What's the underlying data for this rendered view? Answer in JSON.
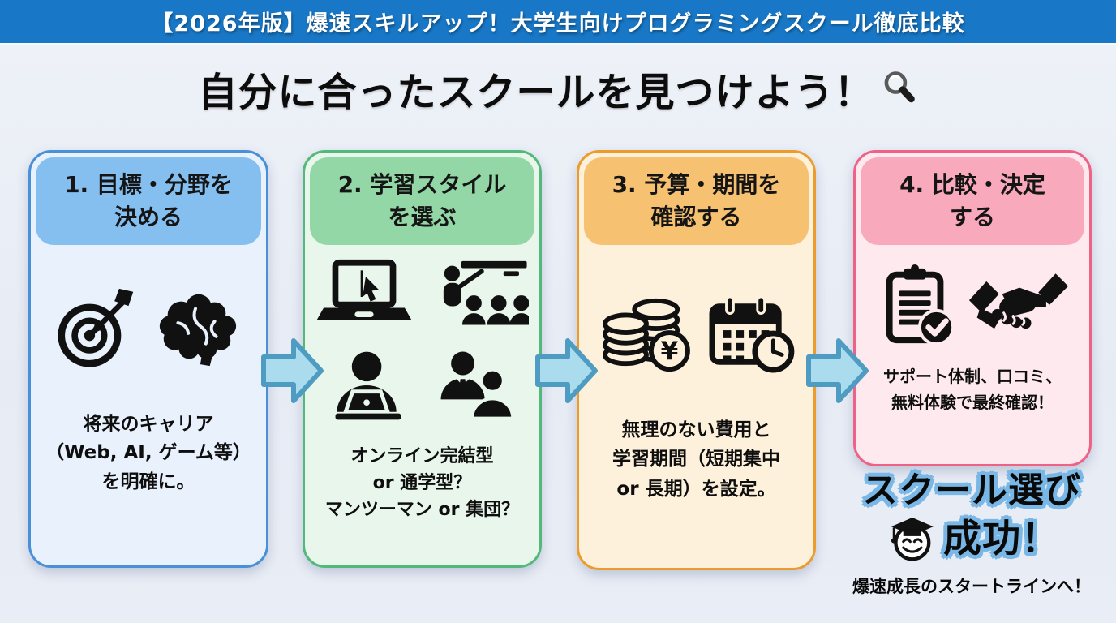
{
  "header": {
    "title": "【2026年版】爆速スキルアップ！大学生向けプログラミングスクール徹底比較",
    "bg": "#1878c7"
  },
  "main_title": {
    "text": "自分に合ったスクールを見つけよう！",
    "icon": "magnifier-icon"
  },
  "steps": [
    {
      "title_lines": [
        "1. 目標・分野を",
        "決める"
      ],
      "icons": [
        "target-icon",
        "brain-icon"
      ],
      "desc_lines": [
        "将来のキャリア",
        "（Web, AI, ゲーム等）",
        "を明確に。"
      ],
      "colors": {
        "border": "#4a90d9",
        "header_bg": "#85bff0",
        "body_bg": "#e9f2fc"
      }
    },
    {
      "title_lines": [
        "2. 学習スタイル",
        "を選ぶ"
      ],
      "icons": [
        "laptop-cursor-icon",
        "classroom-icon",
        "person-laptop-icon",
        "mentoring-icon"
      ],
      "desc_lines": [
        "オンライン完結型",
        "or 通学型？",
        "マンツーマン or 集団？"
      ],
      "colors": {
        "border": "#53b97a",
        "header_bg": "#93d7a7",
        "body_bg": "#e9f6ec"
      }
    },
    {
      "title_lines": [
        "3. 予算・期間を",
        "確認する"
      ],
      "icons": [
        "coins-yen-icon",
        "calendar-clock-icon"
      ],
      "coin_symbol": "¥",
      "desc_lines": [
        "無理のない費用と",
        "学習期間（短期集中",
        "or 長期）を設定。"
      ],
      "colors": {
        "border": "#eb9c2d",
        "header_bg": "#f7c172",
        "body_bg": "#fdf1dc"
      }
    },
    {
      "title_lines": [
        "4. 比較・決定",
        "する"
      ],
      "icons": [
        "clipboard-check-icon",
        "handshake-icon"
      ],
      "desc_lines": [
        "サポート体制、口コミ、",
        "無料体験で最終確認！"
      ],
      "colors": {
        "border": "#ee6286",
        "header_bg": "#f9a9bc",
        "body_bg": "#fde9ee"
      }
    }
  ],
  "flow_arrow": {
    "fill": "#aadcee",
    "stroke": "#4e9cc2"
  },
  "success": {
    "line1": "スクール選び",
    "line2": "成功！",
    "icon": "graduate-icon",
    "subtitle": "爆速成長のスタートラインへ！",
    "outline_color": "#79b8e6"
  }
}
